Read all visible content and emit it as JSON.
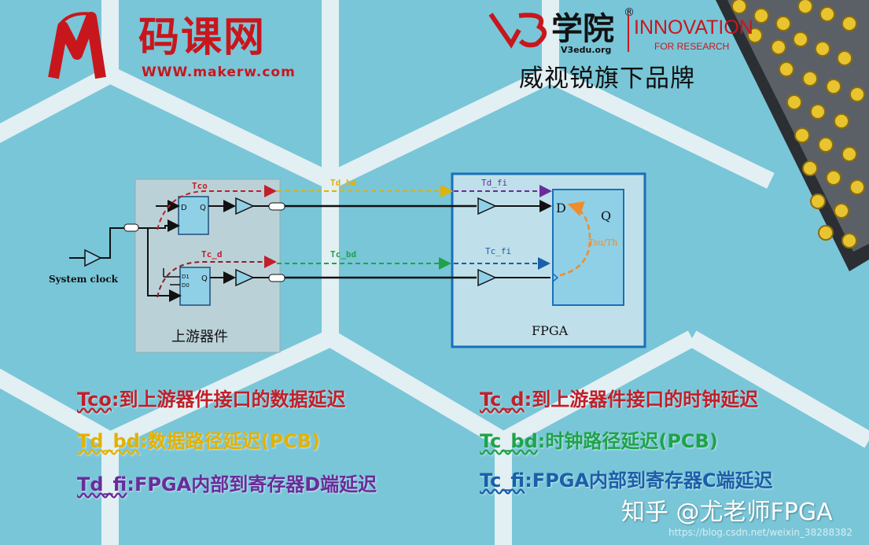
{
  "colors": {
    "background": "#79c6d8",
    "red": "#c0202a",
    "yellow": "#e3b100",
    "purple": "#6a2c9a",
    "green": "#1fa34a",
    "blue": "#1a5fa8",
    "orange": "#f08c2a"
  },
  "header": {
    "makerw_letter": "M",
    "makerw_name": "码课网",
    "makerw_url": "WWW.makerw.com",
    "v3_name": "学院",
    "v3_reg": "®",
    "v3_url": "V3edu.org",
    "innovation": "INNOVATION",
    "innovation_sub": "FOR RESEARCH",
    "brand_line": "威视锐旗下品牌"
  },
  "diagram": {
    "system_clock": "System clock",
    "upstream_label": "上游器件",
    "fpga_label": "FPGA",
    "tco": "Tco",
    "td_bd": "Td_bd",
    "td_fi": "Td_fi",
    "tc_d": "Tc_d",
    "tc_bd": "Tc_bd",
    "tc_fi": "Tc_fi",
    "tsu_th": "Tsu/Th",
    "ff1_d": "D",
    "ff1_q": "Q",
    "ff2_d1": "D1",
    "ff2_d0": "D0",
    "ff2_q": "Q",
    "fpga_ff_d": "D",
    "fpga_ff_q": "Q"
  },
  "legend": {
    "tco_key": "Tco",
    "tco_desc": ":到上游器件接口的数据延迟",
    "tc_d_key": "Tc_d",
    "tc_d_desc": ":到上游器件接口的时钟延迟",
    "td_bd_key": "Td_bd",
    "td_bd_desc": ":数据路径延迟(PCB)",
    "tc_bd_key": "Tc_bd",
    "tc_bd_desc": ":时钟路径延迟(PCB)",
    "td_fi_key": "Td_fi",
    "td_fi_desc": ":FPGA内部到寄存器D端延迟",
    "tc_fi_key": "Tc_fi",
    "tc_fi_desc": ":FPGA内部到寄存器C端延迟"
  },
  "footer": {
    "zhihu": "知乎 @尤老师FPGA",
    "watermark": "https://blog.csdn.net/weixin_38288382"
  },
  "icons": [
    "makerw-logo-icon",
    "v3-logo-icon",
    "buffer-icon",
    "flipflop-icon",
    "connector-icon"
  ]
}
